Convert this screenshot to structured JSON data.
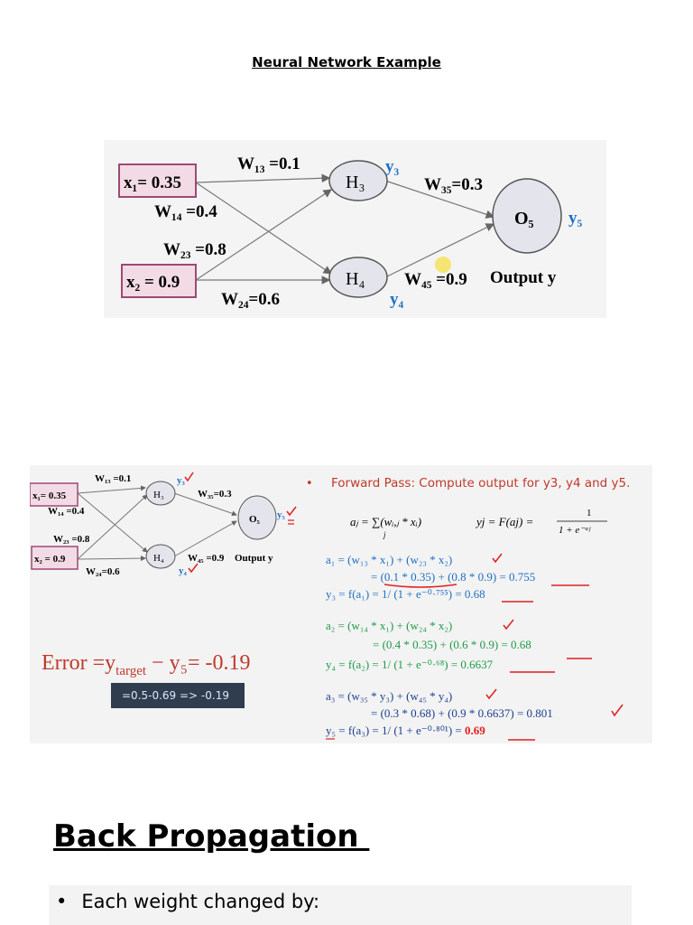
{
  "doc_title": "Neural Network Example",
  "fig1": {
    "x1": "x₁= 0.35",
    "x2": "x₂ = 0.9",
    "h3": "H₃",
    "h4": "H₄",
    "o5": "O₅",
    "w13": "W₁₃ =0.1",
    "w14": "W₁₄ =0.4",
    "w23": "W₂₃ =0.8",
    "w24": "W₂₄=0.6",
    "w35": "W₃₅=0.3",
    "w45": "W₄₅ =0.9",
    "output": "Output y",
    "y3": "y₃",
    "y4": "y₄",
    "y5": "y₅"
  },
  "fig2": {
    "x1": "x₁= 0.35",
    "x2": "x₂ = 0.9",
    "h3": "H₃",
    "h4": "H₄",
    "o5": "O₅",
    "w13": "W₁₃ =0.1",
    "w14": "W₁₄ =0.4",
    "w23": "W₂₃ =0.8",
    "w24": "W₂₄=0.6",
    "w35": "W₃₅=0.3",
    "w45": "W₄₅ =0.9",
    "output": "Output y",
    "y3": "y₃",
    "y4": "y₄",
    "y5": "y₅",
    "error": "Error =y",
    "error_sub": "target",
    "error_rest": " − y₅= -0.19",
    "note": "=0.5-0.69 => -0.19",
    "bullet": "•",
    "forward_pass": "Forward Pass: Compute output for y3, y4 and y5.",
    "formula_a": "aⱼ = ∑(wᵢ,ⱼ * xᵢ)",
    "formula_j": "j",
    "formula_y": "yj = F(aj) =",
    "formula_num": "1",
    "formula_den": "1 + e⁻ᵃʲ",
    "a1_l1": "a₁ = (w₁₃ * x₁) + (w₂₃ * x₂)",
    "a1_l2": "= (0.1 * 0.35) + (0.8 * 0.9) = 0.755",
    "y3_l": "y₃ = f(a₁) = 1/ (1 + e⁻⁰·⁷⁵⁵) = 0.68",
    "a2_l1": "a₂ = (w₁₄ * x₁) + (w₂₄ * x₂)",
    "a2_l2": "= (0.4 * 0.35) + (0.6 * 0.9) = 0.68",
    "y4_l": "y₄ = f(a₂) = 1/ (1 + e⁻⁰·⁶⁸) = 0.6637",
    "a3_l1": "a₃ = (w₃₅ * y₃) + (w₄₅ * y₄)",
    "a3_l2": "= (0.3 * 0.68) + (0.9 * 0.6637) = 0.801",
    "y5_l1": "y₅ = f(a₃) = 1/ (1 + e⁻⁰·⁸⁰¹) = ",
    "y5_val": "0.69"
  },
  "section_title": "Back Propagation ",
  "bullet": {
    "dot": "•",
    "text": "Each weight changed by:"
  },
  "colors": {
    "input_box_fill": "#f3dbe6",
    "input_box_stroke": "#9c4a73",
    "node_fill": "#e4e4ec",
    "blue": "#1f6fc1",
    "forward_red": "#c0392b",
    "green": "#1e9a4a",
    "dark_blue": "#1b3f8f",
    "error_red": "#c0392b",
    "note_bg": "#2f3d4e",
    "note_text": "#dbe6ff",
    "check_red": "#e02020"
  }
}
